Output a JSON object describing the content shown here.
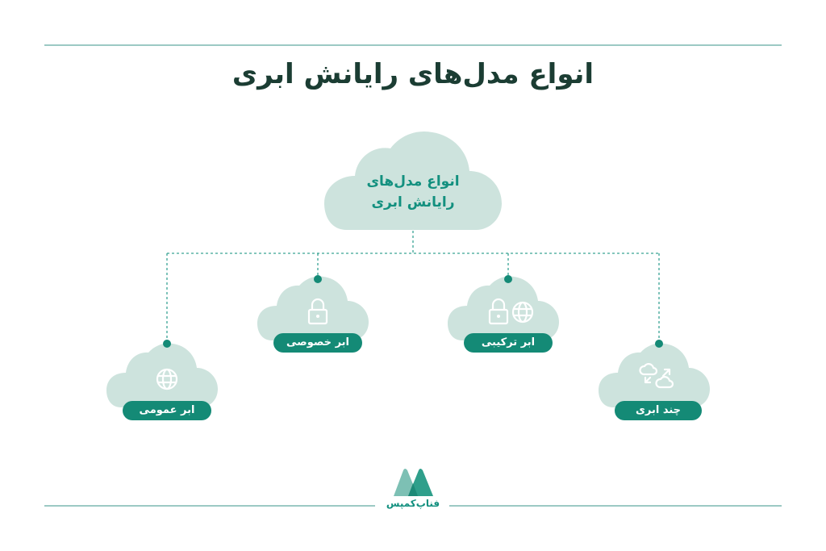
{
  "title": "انواع مدل‌های رایانش ابری",
  "root_node": {
    "line1": "انواع مدل‌های",
    "line2": "رایانش ابری"
  },
  "nodes": [
    {
      "label": "ابر عمومی",
      "icons": [
        "globe-icon"
      ]
    },
    {
      "label": "ابر خصوصی",
      "icons": [
        "lock-icon"
      ]
    },
    {
      "label": "ابر ترکیبی",
      "icons": [
        "lock-icon",
        "globe-icon"
      ]
    },
    {
      "label": "چند ابری",
      "icons": [
        "multi-cloud-transfer-icon"
      ]
    }
  ],
  "brand": {
    "name": "فناپ‌کمپس"
  },
  "colors": {
    "title": "#1b3d33",
    "cloud": "#cde3dd",
    "accent": "#148a76",
    "root_text": "#13907f",
    "rule": "#9cc9c4",
    "connector": "#3aa394"
  }
}
